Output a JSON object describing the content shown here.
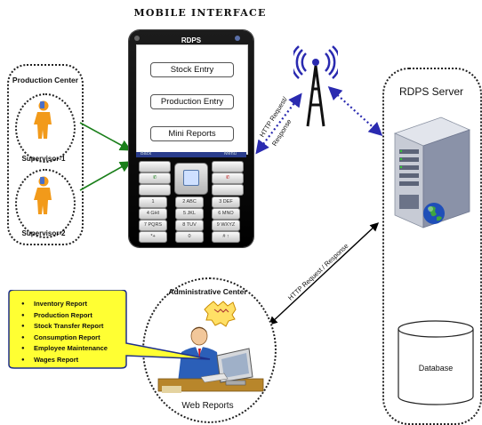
{
  "title": "MOBILE INTERFACE",
  "production_center": {
    "title": "Production Center",
    "supervisors": [
      "Supervisor-1",
      "Supervisor-2"
    ]
  },
  "phone": {
    "screen_title": "RDPS",
    "menu": [
      "Stock Entry",
      "Production Entry",
      "Mini Reports"
    ],
    "softkeys": {
      "left": "Back",
      "right": "Menu"
    },
    "keys": [
      "1",
      "2 ABC",
      "3 DEF",
      "4 GHI",
      "5 JKL",
      "6 MNO",
      "7 PQRS",
      "8 TUV",
      "9 WXYZ",
      "*+",
      "0",
      "# ↑"
    ]
  },
  "links": {
    "phone_server": [
      "HTTP Request/",
      "Response"
    ],
    "admin_server": "HTTP Request / Response"
  },
  "server": {
    "title": "RDPS Server",
    "database": "Database"
  },
  "admin": {
    "title": "Administrative Center",
    "web_reports": "Web Reports",
    "reports": [
      "Inventory Report",
      "Production Report",
      "Stock Transfer Report",
      "Consumption Report",
      "Employee Maintenance",
      "Wages Report"
    ]
  },
  "colors": {
    "green_arrow": "#1a7f1a",
    "blue_dotted": "#2a2ab0",
    "callout_fill": "#ffff33",
    "phone_body": "#111111"
  }
}
